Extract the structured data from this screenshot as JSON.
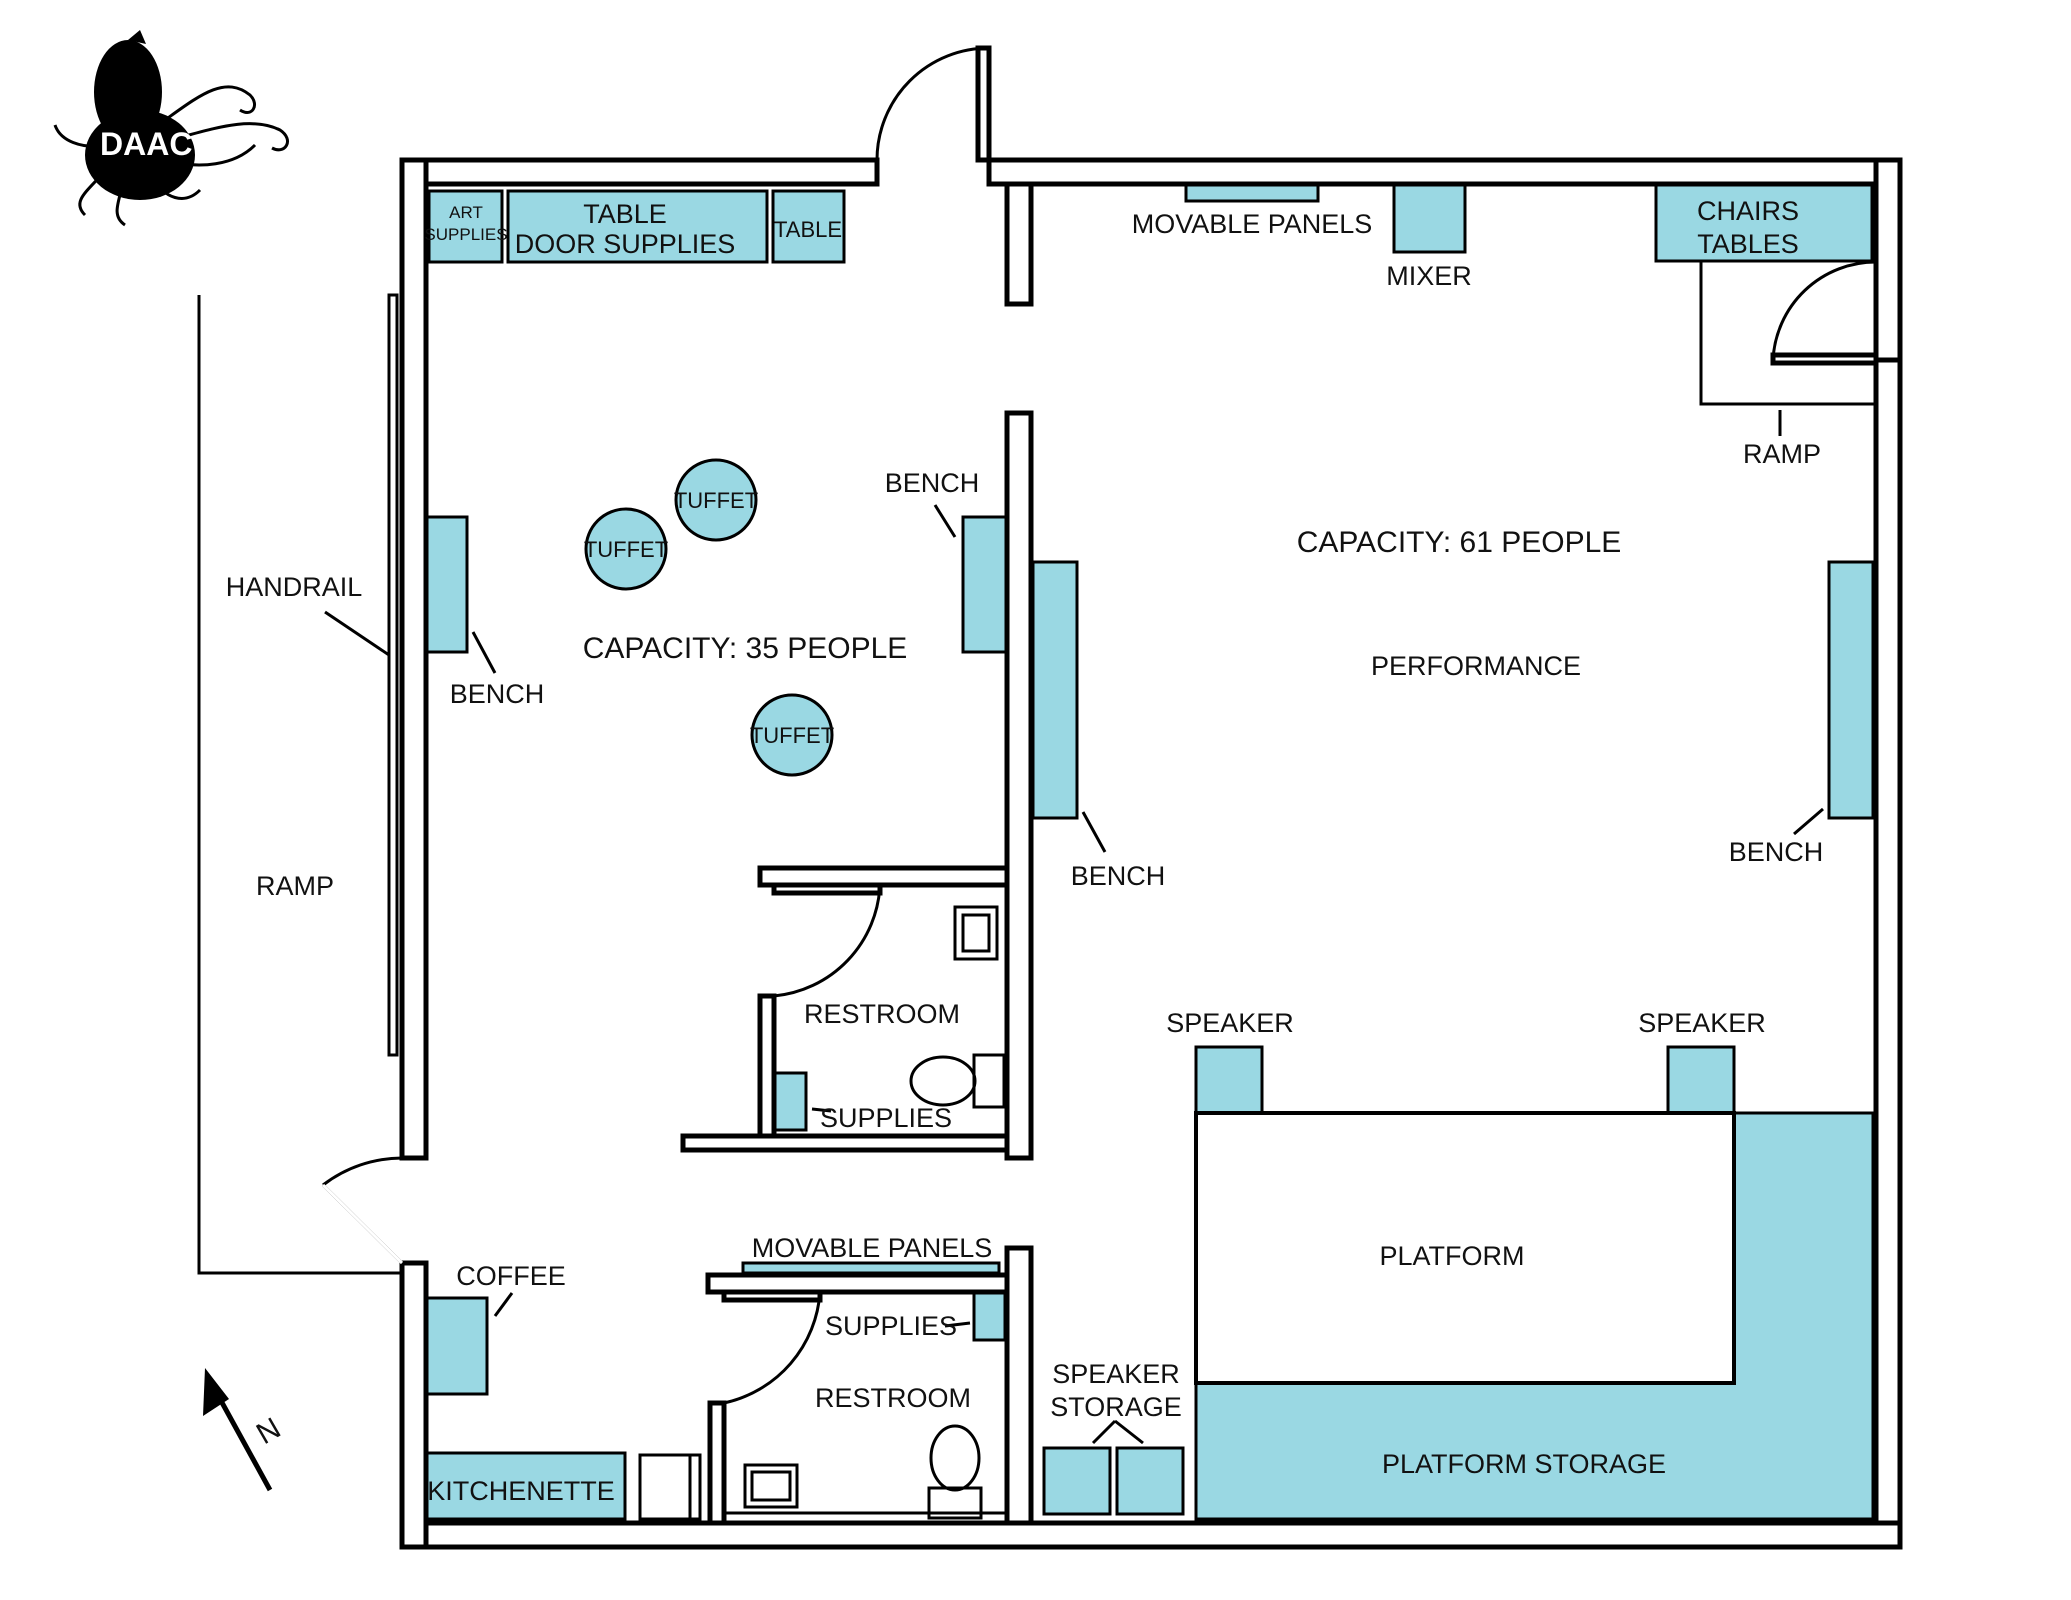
{
  "logo": {
    "text": "DAAC"
  },
  "colors": {
    "furniture": "#9ad8e3",
    "wall": "#000000",
    "background": "#ffffff"
  },
  "compass": {
    "label": "N"
  },
  "labels": {
    "art_supplies_1": "ART",
    "art_supplies_2": "SUPPLIES",
    "table_door_1": "TABLE",
    "table_door_2": "DOOR SUPPLIES",
    "table_small": "TABLE",
    "movable_panels_top": "MOVABLE PANELS",
    "mixer": "MIXER",
    "chairs": "CHAIRS",
    "tables": "TABLES",
    "ramp_east": "RAMP",
    "bench_west_label": "BENCH",
    "bench_center_top": "BENCH",
    "bench_center_bottom": "BENCH",
    "bench_east": "BENCH",
    "tuffet_1": "TUFFET",
    "tuffet_2": "TUFFET",
    "tuffet_3": "TUFFET",
    "capacity_west": "CAPACITY: 35 PEOPLE",
    "capacity_east": "CAPACITY: 61 PEOPLE",
    "performance": "PERFORMANCE",
    "handrail": "HANDRAIL",
    "ramp_west": "RAMP",
    "restroom_north": "RESTROOM",
    "supplies_north": "SUPPLIES",
    "speaker_left": "SPEAKER",
    "speaker_right": "SPEAKER",
    "platform": "PLATFORM",
    "platform_storage": "PLATFORM STORAGE",
    "movable_panels_bottom": "MOVABLE PANELS",
    "supplies_south": "SUPPLIES",
    "restroom_south": "RESTROOM",
    "speaker_storage_1": "SPEAKER",
    "speaker_storage_2": "STORAGE",
    "coffee": "COFFEE",
    "kitchenette": "KITCHENETTE"
  }
}
